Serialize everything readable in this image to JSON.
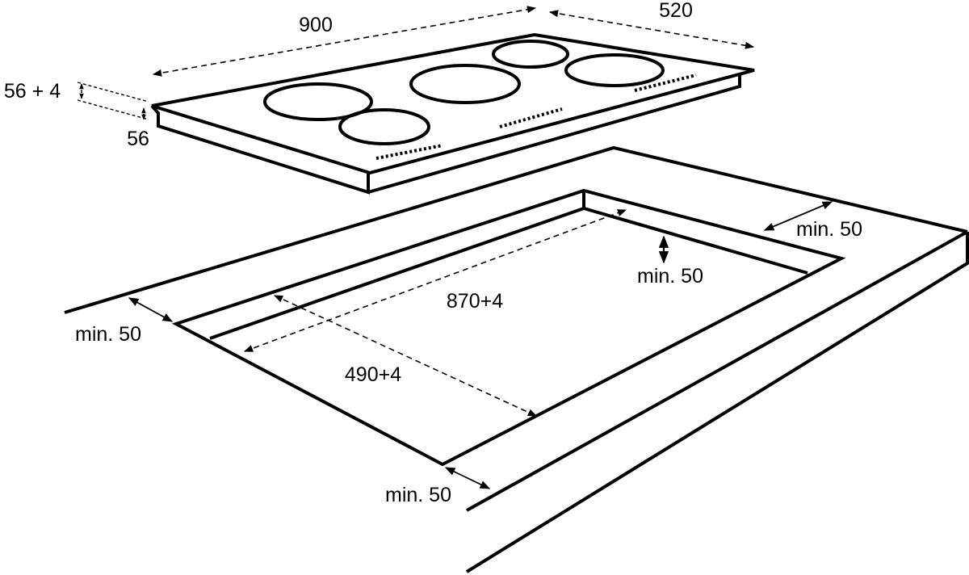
{
  "dimensions": {
    "hob_width": "900",
    "hob_depth": "520",
    "total_height": "56 + 4",
    "body_height": "56",
    "cutout_width": "870+4",
    "cutout_depth": "490+4",
    "clearance_back_side": "min. 50",
    "clearance_back": "min. 50",
    "clearance_left": "min. 50",
    "clearance_front": "min. 50"
  },
  "colors": {
    "line": "#000000",
    "background": "#ffffff"
  }
}
